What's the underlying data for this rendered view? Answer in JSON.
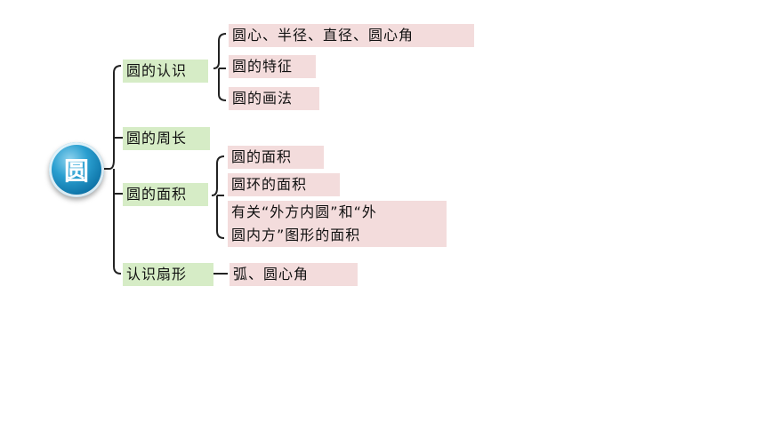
{
  "root": {
    "label": "圆"
  },
  "branches": [
    {
      "label": "圆的认识",
      "children": [
        "圆心、半径、直径、圆心角",
        "圆的特征",
        "圆的画法"
      ]
    },
    {
      "label": "圆的周长",
      "children": []
    },
    {
      "label": "圆的面积",
      "children": [
        "圆的面积",
        "圆环的面积",
        "有关“外方内圆”和“外",
        "圆内方”图形的面积"
      ]
    },
    {
      "label": "认识扇形",
      "children": [
        "弧、圆心角"
      ]
    }
  ],
  "colors": {
    "branch_bg": "#d6ecc6",
    "leaf_bg": "#f3dcdc",
    "line": "#222222",
    "root": "#1e88c4"
  }
}
